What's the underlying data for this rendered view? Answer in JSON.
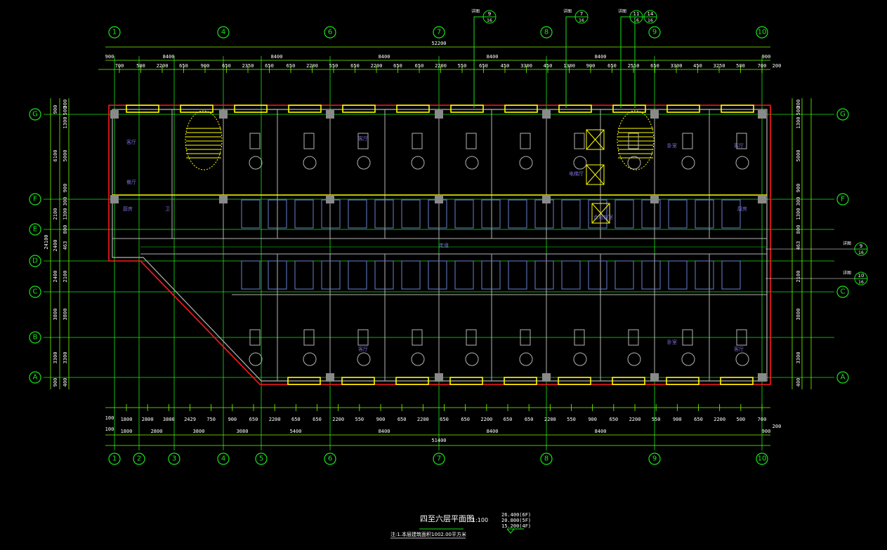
{
  "drawing": {
    "title": "四至六层平面图",
    "scale": "1:100",
    "elevations": [
      "26.400(6F)",
      "20.800(5F)",
      "15.200(4F)"
    ],
    "note": "注:1.本层建筑面积1002.00平方米",
    "colors": {
      "axis": "#19e619",
      "wall": "#b4b4b4",
      "outer": "#ff1a1a",
      "window": "#ffff00",
      "fixture": "#6a7fd0",
      "label": "#7b6fd6"
    }
  },
  "axes": {
    "top": [
      "1",
      "4",
      "6",
      "7",
      "8",
      "9",
      "10"
    ],
    "bottom": [
      "1",
      "2",
      "3",
      "4",
      "5",
      "6",
      "7",
      "8",
      "9",
      "10"
    ],
    "left": [
      "G",
      "F",
      "E",
      "D",
      "C",
      "B",
      "A"
    ],
    "right": [
      "G",
      "F",
      "C",
      "A"
    ]
  },
  "dimensions": {
    "top_total": "52200",
    "top_axis": [
      "900",
      "8400",
      "8400",
      "8400",
      "8400",
      "8400",
      "900"
    ],
    "top_detail": [
      "700",
      "500",
      "2200",
      "650",
      "900",
      "650",
      "2350",
      "650",
      "650",
      "2200",
      "550",
      "650",
      "2200",
      "650",
      "650",
      "2200",
      "550",
      "650",
      "450",
      "3300",
      "450",
      "1300",
      "900",
      "650",
      "2550",
      "650",
      "3300",
      "450",
      "3250",
      "500",
      "700"
    ],
    "top_offset": "200",
    "bottom_total": "51400",
    "bottom_axis": [
      "1800",
      "2800",
      "3800",
      "3080",
      "5400",
      "8400",
      "8400",
      "8400",
      "900"
    ],
    "bottom_detail": [
      "1800",
      "2800",
      "3800",
      "2429",
      "750",
      "900",
      "650",
      "2200",
      "650",
      "650",
      "2200",
      "550",
      "900",
      "650",
      "2200",
      "650",
      "650",
      "2200",
      "650",
      "650",
      "2200",
      "550",
      "900",
      "650",
      "2200",
      "550",
      "900",
      "650",
      "2200",
      "500",
      "700"
    ],
    "bottom_offset": [
      "100",
      "100",
      "200"
    ],
    "left_outer": "24100",
    "left_axis": [
      "900",
      "6100",
      "2100",
      "2400",
      "2400",
      "3800",
      "3300",
      "900"
    ],
    "left_detail": [
      "300",
      "500",
      "1300",
      "5000",
      "900",
      "300",
      "1300",
      "800",
      "463",
      "2100",
      "3800",
      "3300",
      "400"
    ]
  },
  "section_marks": [
    {
      "label": "详图",
      "num": "9",
      "sheet": "16"
    },
    {
      "label": "详图",
      "num": "7",
      "sheet": "16"
    },
    {
      "label": "详图",
      "num": "11",
      "sheet": "16"
    },
    {
      "label": "",
      "num": "14",
      "sheet": "16"
    },
    {
      "label": "详图",
      "num": "9",
      "sheet": "16"
    },
    {
      "label": "详图",
      "num": "10",
      "sheet": "16"
    }
  ],
  "rooms": [
    "客厅",
    "餐厅",
    "卧室",
    "厨房",
    "卫",
    "前室",
    "电梯厅",
    "合用前室",
    "走道"
  ]
}
